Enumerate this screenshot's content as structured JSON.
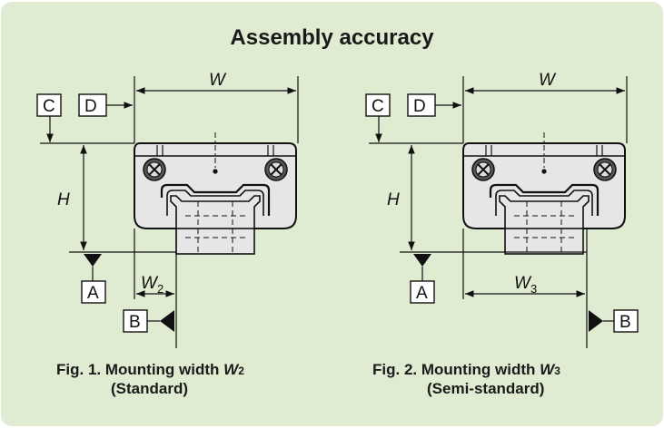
{
  "title": "Assembly accuracy",
  "fig1": {
    "dim_w": "W",
    "dim_h": "H",
    "dim_w2": "W",
    "dim_w2_sub": "2",
    "ref_a": "A",
    "ref_b": "B",
    "ref_c": "C",
    "ref_d": "D",
    "caption_prefix": "Fig. 1.  Mounting width",
    "caption_var": "W",
    "caption_sub": "2",
    "caption_line2": "(Standard)"
  },
  "fig2": {
    "dim_w": "W",
    "dim_h": "H",
    "dim_w3": "W",
    "dim_w3_sub": "3",
    "ref_a": "A",
    "ref_b": "B",
    "ref_c": "C",
    "ref_d": "D",
    "caption_prefix": "Fig. 2.  Mounting width",
    "caption_var": "W",
    "caption_sub": "3",
    "caption_line2": "(Semi-standard)"
  },
  "colors": {
    "panel": "#dfecd2",
    "block": "#e6e6e6",
    "line": "#111111"
  }
}
